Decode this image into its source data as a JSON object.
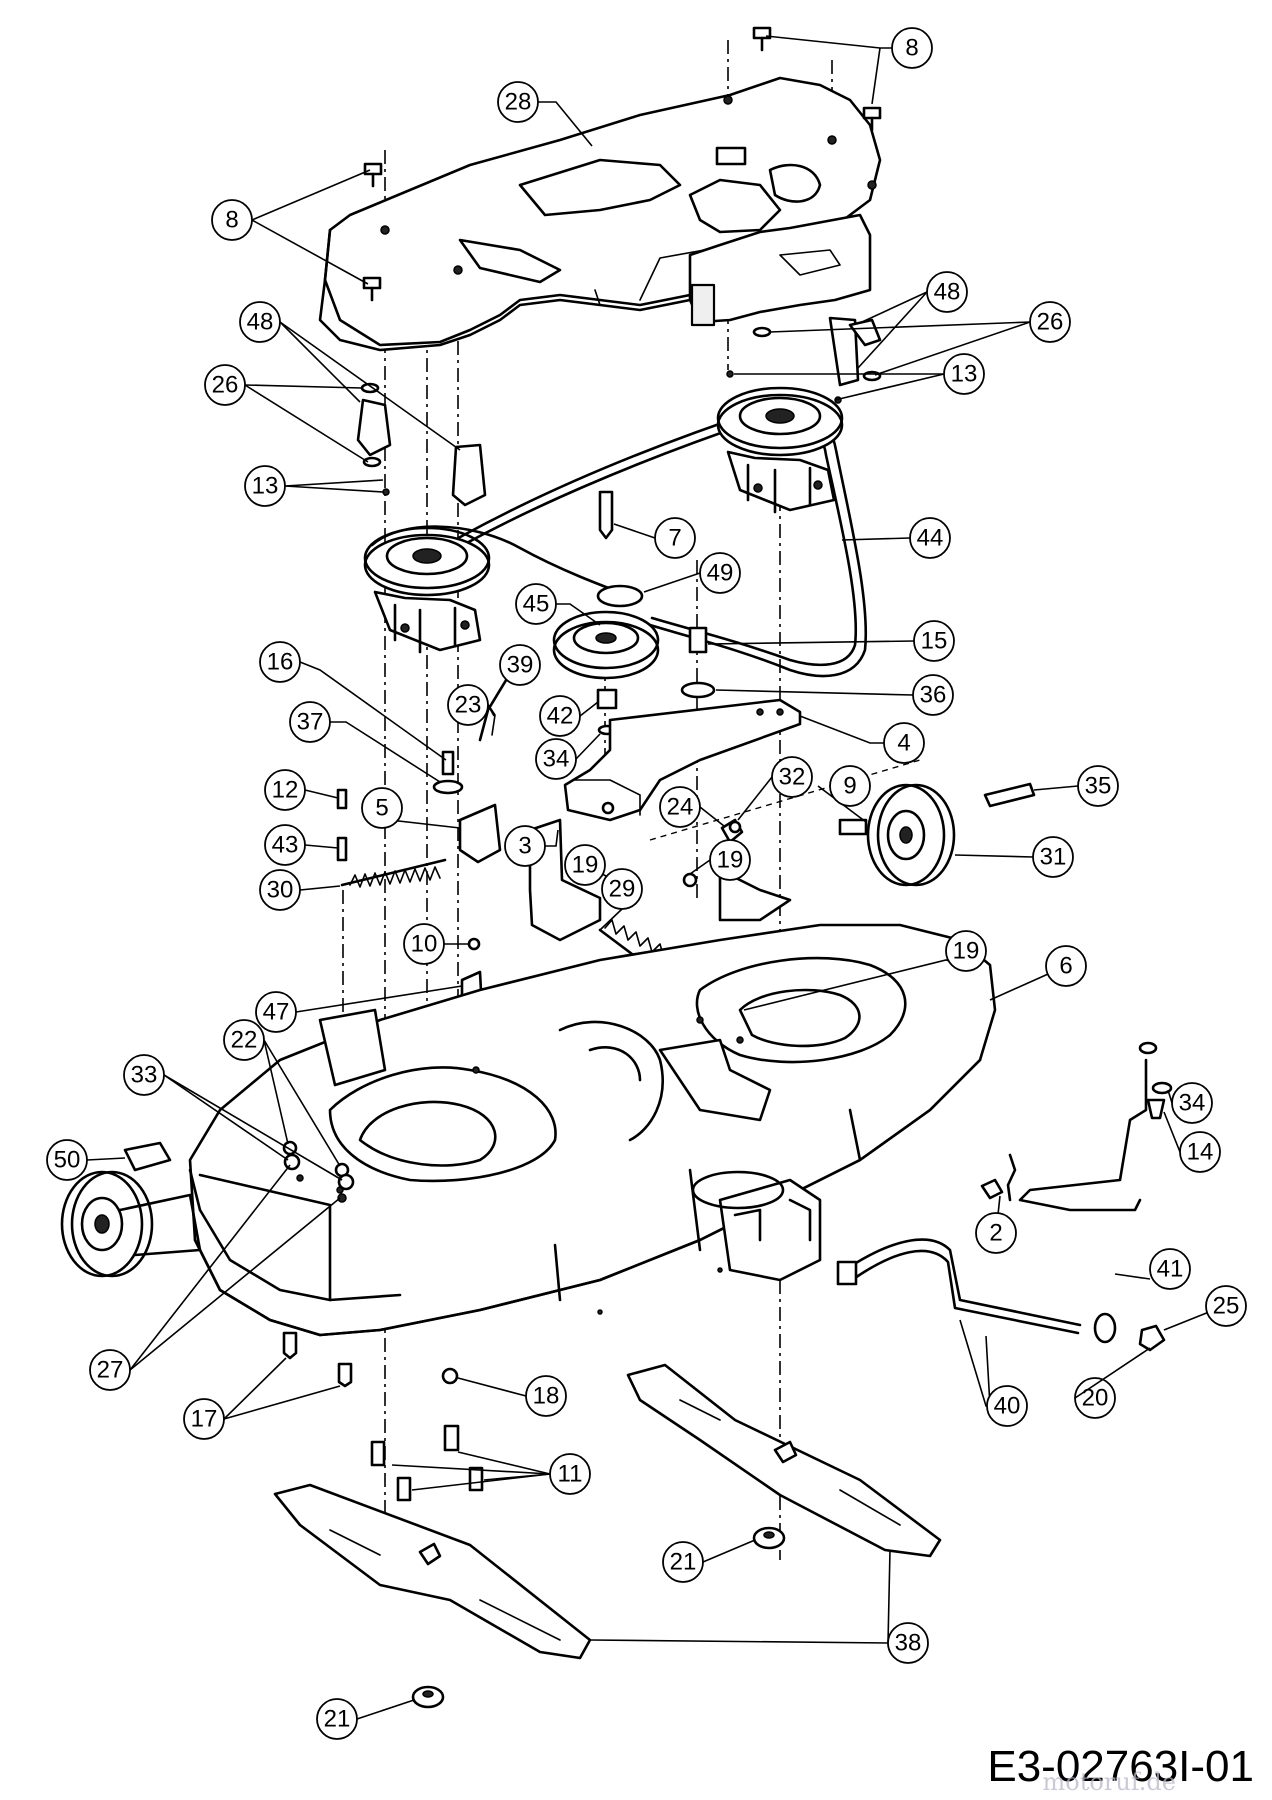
{
  "drawing_code": "E3-02763I-01",
  "watermark_text": "motoruf.de",
  "callouts": [
    {
      "id": "c8a",
      "label": "8"
    },
    {
      "id": "c28",
      "label": "28"
    },
    {
      "id": "c8b",
      "label": "8"
    },
    {
      "id": "c48a",
      "label": "48"
    },
    {
      "id": "c26a",
      "label": "26"
    },
    {
      "id": "c13a",
      "label": "13"
    },
    {
      "id": "c48b",
      "label": "48"
    },
    {
      "id": "c26b",
      "label": "26"
    },
    {
      "id": "c13b",
      "label": "13"
    },
    {
      "id": "c44",
      "label": "44"
    },
    {
      "id": "c7",
      "label": "7"
    },
    {
      "id": "c49",
      "label": "49"
    },
    {
      "id": "c45",
      "label": "45"
    },
    {
      "id": "c15",
      "label": "15"
    },
    {
      "id": "c16",
      "label": "16"
    },
    {
      "id": "c39",
      "label": "39"
    },
    {
      "id": "c36",
      "label": "36"
    },
    {
      "id": "c37",
      "label": "37"
    },
    {
      "id": "c23",
      "label": "23"
    },
    {
      "id": "c42",
      "label": "42"
    },
    {
      "id": "c4",
      "label": "4"
    },
    {
      "id": "c34a",
      "label": "34"
    },
    {
      "id": "c12",
      "label": "12"
    },
    {
      "id": "c5",
      "label": "5"
    },
    {
      "id": "c32",
      "label": "32"
    },
    {
      "id": "c9",
      "label": "9"
    },
    {
      "id": "c35",
      "label": "35"
    },
    {
      "id": "c24",
      "label": "24"
    },
    {
      "id": "c43",
      "label": "43"
    },
    {
      "id": "c3",
      "label": "3"
    },
    {
      "id": "c19a",
      "label": "19"
    },
    {
      "id": "c19b",
      "label": "19"
    },
    {
      "id": "c31",
      "label": "31"
    },
    {
      "id": "c30",
      "label": "30"
    },
    {
      "id": "c29",
      "label": "29"
    },
    {
      "id": "c10",
      "label": "10"
    },
    {
      "id": "c19c",
      "label": "19"
    },
    {
      "id": "c6",
      "label": "6"
    },
    {
      "id": "c47",
      "label": "47"
    },
    {
      "id": "c22",
      "label": "22"
    },
    {
      "id": "c33",
      "label": "33"
    },
    {
      "id": "c34b",
      "label": "34"
    },
    {
      "id": "c50",
      "label": "50"
    },
    {
      "id": "c14",
      "label": "14"
    },
    {
      "id": "c2",
      "label": "2"
    },
    {
      "id": "c41",
      "label": "41"
    },
    {
      "id": "c25",
      "label": "25"
    },
    {
      "id": "c27",
      "label": "27"
    },
    {
      "id": "c17",
      "label": "17"
    },
    {
      "id": "c18",
      "label": "18"
    },
    {
      "id": "c40",
      "label": "40"
    },
    {
      "id": "c20",
      "label": "20"
    },
    {
      "id": "c11",
      "label": "11"
    },
    {
      "id": "c21a",
      "label": "21"
    },
    {
      "id": "c38",
      "label": "38"
    },
    {
      "id": "c21b",
      "label": "21"
    }
  ]
}
